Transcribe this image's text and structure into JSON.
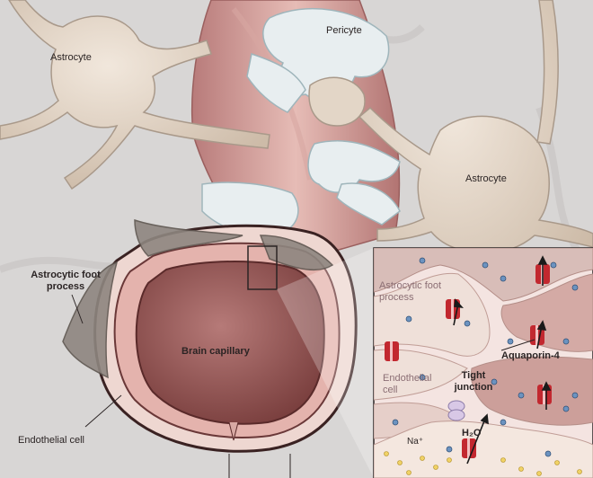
{
  "labels": {
    "astrocyte_top_left": "Astrocyte",
    "pericyte": "Pericyte",
    "astrocyte_right": "Astrocyte",
    "astrocytic_foot_process": "Astrocytic foot process",
    "brain_capillary": "Brain capillary",
    "endothelial_cell": "Endothelial cell"
  },
  "inset": {
    "astrocytic_foot_process": "Astrocytic foot process",
    "endothelial_cell": "Endothelial cell",
    "tight_junction": "Tight junction",
    "aquaporin_4": "Aquaporin-4",
    "h2o": "H₂O",
    "na": "Na⁺"
  },
  "colors": {
    "background": "#d8d6d5",
    "astrocyte": "#e3d6c7",
    "vessel": "#c98f8c",
    "lumen": "#8c5250",
    "pericyte": "#e8eef0",
    "channel": "#c2282f"
  }
}
